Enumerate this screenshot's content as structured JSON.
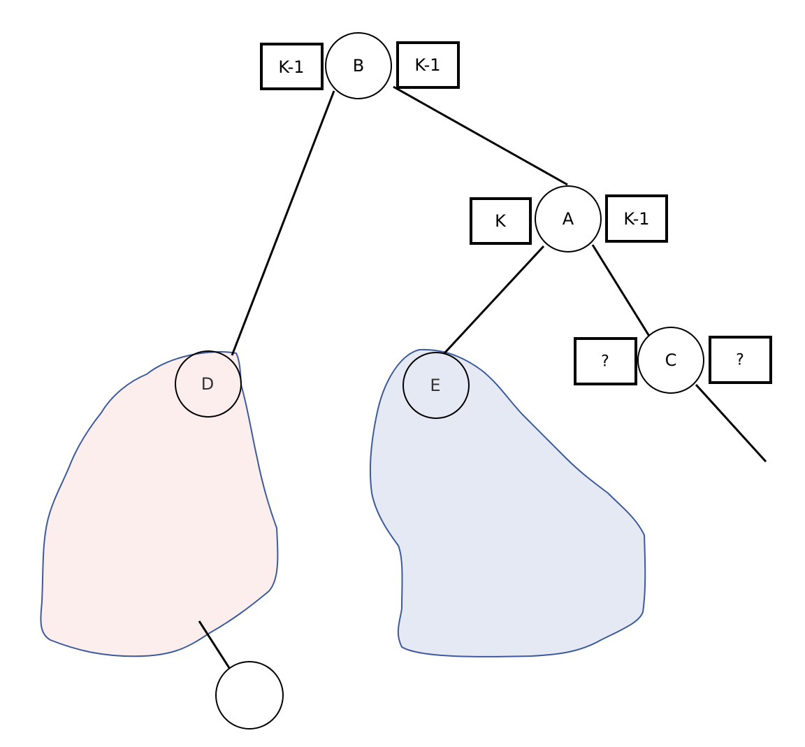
{
  "nodes": {
    "B": {
      "label": "B",
      "left": "K-1",
      "right": "K-1"
    },
    "A": {
      "label": "A",
      "left": "K",
      "right": "K-1"
    },
    "C": {
      "label": "C",
      "left": "?",
      "right": "?"
    },
    "D": {
      "label": "D"
    },
    "E": {
      "label": "E"
    },
    "leaf": {
      "label": ""
    }
  },
  "colors": {
    "red_subtree_fill": "#fbeeed",
    "blue_subtree_fill": "#e5e9f4",
    "subtree_outline": "#3d5a9c",
    "line": "#000000"
  }
}
